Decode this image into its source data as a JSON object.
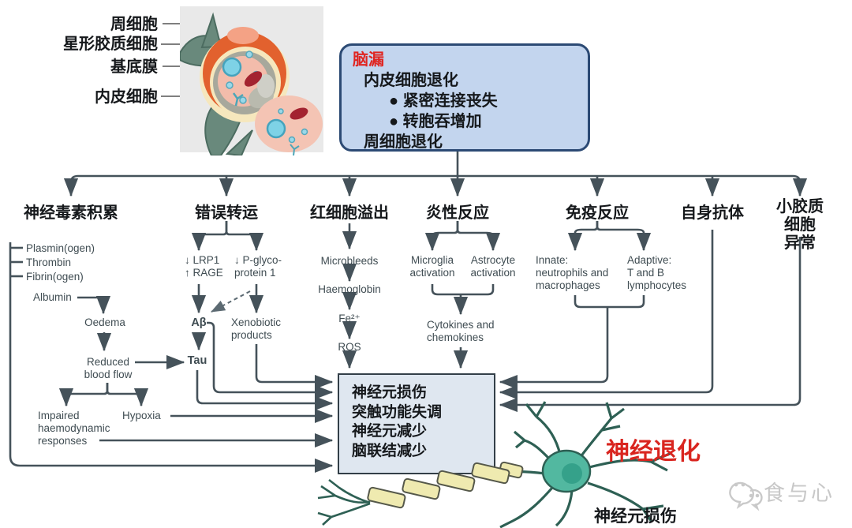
{
  "vessel_labels": {
    "pericyte": "周细胞",
    "astrocyte": "星形胶质细胞",
    "basement": "基底膜",
    "endothelial": "内皮细胞"
  },
  "leak_box": {
    "title": "脑漏",
    "l1": "内皮细胞退化",
    "b1": "● 紧密连接丧失",
    "b2": "● 转胞吞增加",
    "l2": "周细胞退化"
  },
  "cols": {
    "neurotoxin": {
      "header": "神经毒素积累",
      "plasminogen": "Plasmin(ogen)",
      "thrombin": "Thrombin",
      "fibrinogen": "Fibrin(ogen)",
      "albumin": "Albumin",
      "oedema": "Oedema",
      "reduced": "Reduced\nblood flow",
      "impaired": "Impaired\nhaemodynamic\nresponses",
      "hypoxia": "Hypoxia"
    },
    "transport": {
      "header": "错误转运",
      "lrp1_rage": "↓ LRP1\n↑ RAGE",
      "pglycoprotein": "↓ P-glyco-\nprotein 1",
      "abeta": "Aβ",
      "xenobiotic": "Xenobiotic\nproducts",
      "tau": "Tau"
    },
    "rbc": {
      "header": "红细胞溢出",
      "microbleeds": "Microbleeds",
      "haemoglobin": "Haemoglobin",
      "iron": "Fe²⁺",
      "ros": "ROS"
    },
    "inflammation": {
      "header": "炎性反应",
      "microglia": "Microglia\nactivation",
      "astrocyte": "Astrocyte\nactivation",
      "cytokines": "Cytokines and\nchemokines"
    },
    "immune": {
      "header": "免疫反应",
      "innate": "Innate:\nneutrophils and\nmacrophages",
      "adaptive": "Adaptive:\nT and B\nlymphocytes"
    },
    "autoantibodies": {
      "header": "自身抗体"
    },
    "microglia_abnormal": {
      "header": "小胶质细胞\n异常"
    }
  },
  "outcome_box": {
    "l1": "神经元损伤",
    "l2": "突触功能失调",
    "l3": "神经元减少",
    "l4": "脑联结减少"
  },
  "labels": {
    "neurodegeneration": "神经退化",
    "neuron_damage": "神经元损伤",
    "watermark": "食与心"
  },
  "colors": {
    "red": "#e02521",
    "leak_box_fill": "#c3d5ee",
    "leak_box_border": "#2c4a74",
    "outcome_fill": "#dfe7f0",
    "outcome_border": "#333f48",
    "line": "#45525a"
  }
}
